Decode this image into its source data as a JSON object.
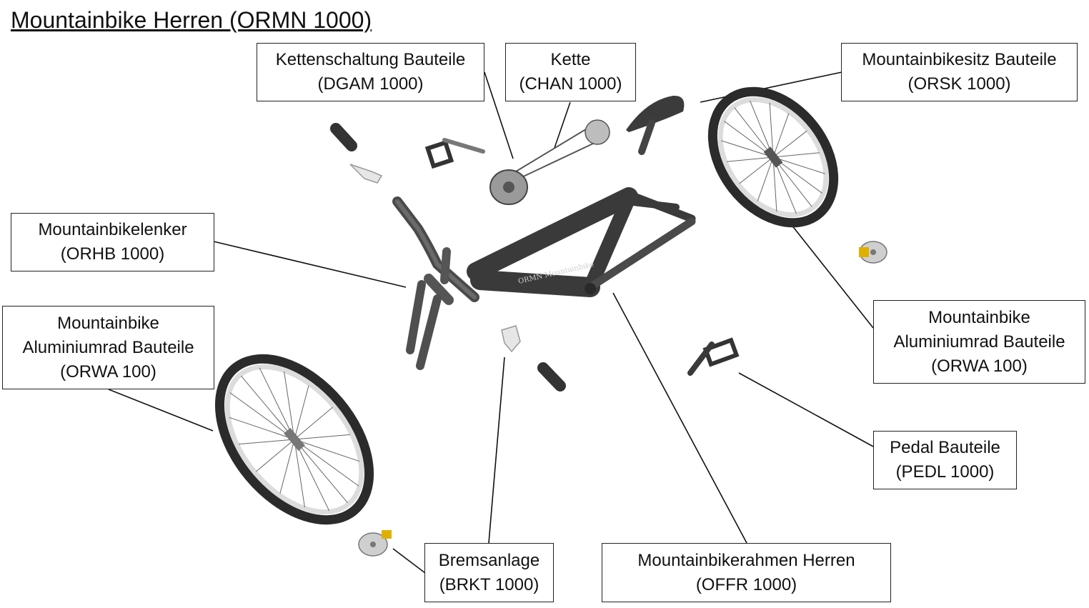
{
  "title": "Mountainbike Herren (ORMN 1000)",
  "labels": {
    "derailleur": {
      "line1": "Kettenschaltung Bauteile",
      "line2": "(DGAM 1000)"
    },
    "chain": {
      "line1": "Kette",
      "line2": "(CHAN 1000)"
    },
    "seat": {
      "line1": "Mountainbikesitz Bauteile",
      "line2": "(ORSK 1000)"
    },
    "handlebar": {
      "line1": "Mountainbikelenker",
      "line2": "(ORHB 1000)"
    },
    "wheel_left": {
      "line1": "Mountainbike",
      "line2": "Aluminiumrad Bauteile",
      "line3": "(ORWA 100)"
    },
    "wheel_right": {
      "line1": "Mountainbike",
      "line2": "Aluminiumrad Bauteile",
      "line3": "(ORWA 100)"
    },
    "pedal": {
      "line1": "Pedal Bauteile",
      "line2": "(PEDL 1000)"
    },
    "brake": {
      "line1": "Bremsanlage",
      "line2": "(BRKT 1000)"
    },
    "frame": {
      "line1": "Mountainbikerahmen Herren",
      "line2": "(OFFR 1000)"
    }
  },
  "frame_decal": "ORMN Mountainbike",
  "colors": {
    "frame": "#3a3a3a",
    "tire": "#2b2b2b",
    "rim": "#d9d9d9",
    "brake_caliper": "#e0b000",
    "line": "#111111"
  }
}
